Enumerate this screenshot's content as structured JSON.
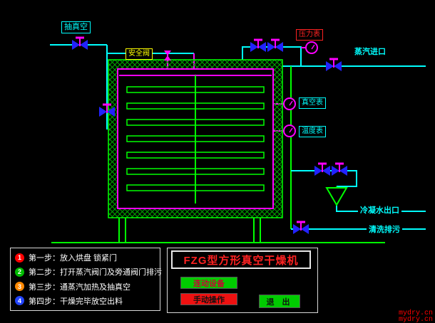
{
  "window": {
    "background": "#000000"
  },
  "labels": {
    "vacuum_line": "抽真空",
    "safety_valve": "安全阀",
    "pressure_gauge": "压力表",
    "steam_inlet": "蒸汽进口",
    "vacuum_gauge": "真空表",
    "temperature_gauge": "温度表",
    "condensate_outlet": "冷凝水出口",
    "drain": "清洗排污"
  },
  "steps_panel": {
    "items": [
      {
        "num": "1",
        "color": "#ff0000",
        "text": "第一步：放入烘盘 锁紧门"
      },
      {
        "num": "2",
        "color": "#00bb00",
        "text": "第二步：打开蒸汽阀门及旁通阀门排污"
      },
      {
        "num": "3",
        "color": "#ff8800",
        "text": "第三步：通蒸汽加热及抽真空"
      },
      {
        "num": "4",
        "color": "#2244ff",
        "text": "第四步：干燥完毕放空出料"
      }
    ]
  },
  "control_panel": {
    "title": "FZG型方形真空干燥机",
    "buttons": [
      {
        "label": "连动设备",
        "background": "#00cc00",
        "text_color": "#cc0033"
      },
      {
        "label": "手动操作",
        "background": "#ee1111",
        "text_color": "#111111"
      },
      {
        "label": "退 出",
        "background": "#00cc00",
        "text_color": "#111111"
      }
    ]
  },
  "watermark": {
    "line1": "mydry.cn",
    "line2": "mydry.cn"
  },
  "icons": {
    "valve": "bowtie-valve",
    "gauge": "dial-gauge",
    "safety": "relief-valve",
    "trap": "funnel-steam-trap"
  },
  "diagram_colors": {
    "pipe_cyan": "#00ffff",
    "pipe_green": "#00ff00",
    "valve_blue": "#2222ff",
    "actuator_magenta": "#ff00ff",
    "hatch_green": "#00aa00"
  }
}
